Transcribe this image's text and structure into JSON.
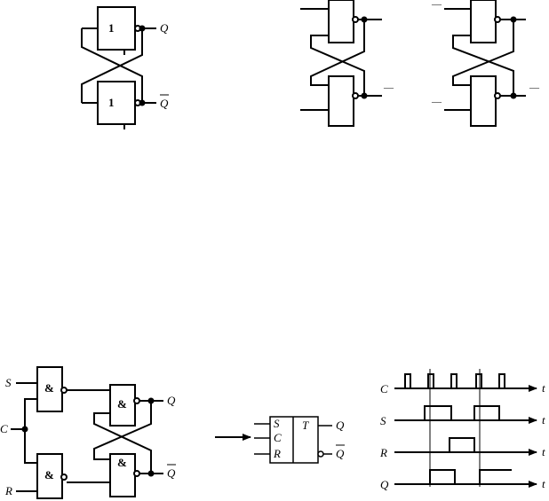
{
  "diagram": {
    "nor_latch": {
      "gate_symbol": "1",
      "output_q": "Q",
      "output_qbar": "Q"
    },
    "cross_latch_b": {
      "overline_label": "—"
    },
    "cross_latch_c": {
      "overline_top": "—",
      "overline_right": "—",
      "overline_left": "—"
    },
    "clocked_rs": {
      "input_s": "S",
      "input_c": "C",
      "input_r": "R",
      "gate_symbol": "&",
      "output_q": "Q",
      "output_qbar": "Q"
    },
    "block_symbol": {
      "pin_s": "S",
      "pin_c": "C",
      "pin_r": "R",
      "type_label": "T",
      "output_q": "Q",
      "output_qbar": "Q"
    },
    "timing": {
      "signals": [
        "C",
        "S",
        "R",
        "Q"
      ],
      "time_axis": "t"
    }
  }
}
